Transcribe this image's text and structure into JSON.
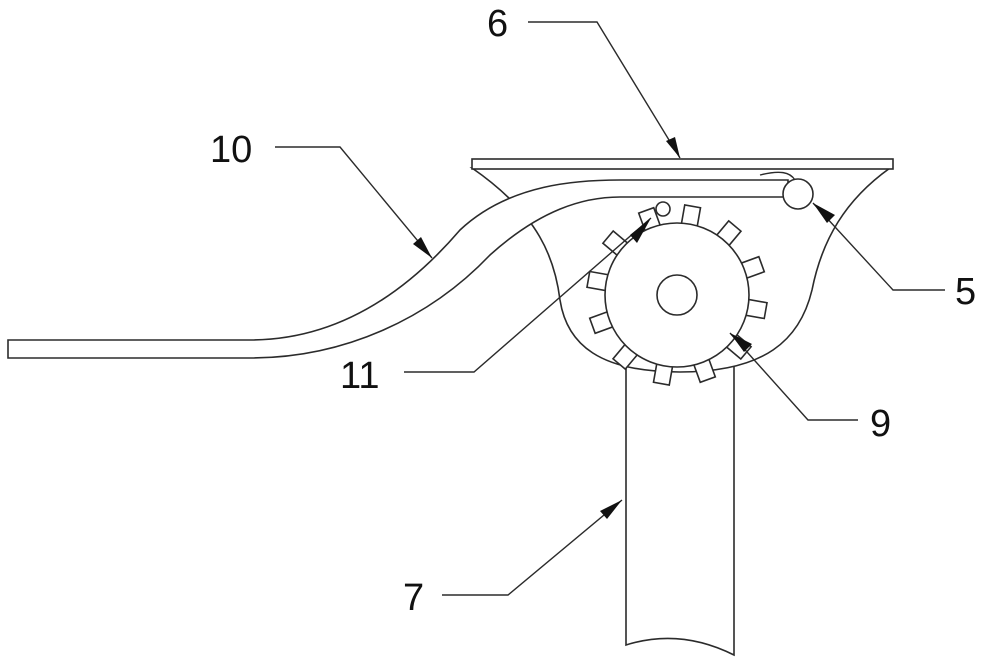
{
  "labels": {
    "top_plate": "6",
    "curved_arm": "10",
    "roller": "5",
    "small_pin": "11",
    "gear": "9",
    "support_post": "7"
  },
  "colors": {
    "line": "#2b2b2b",
    "background": "#ffffff",
    "text": "#111111"
  },
  "gear": {
    "teeth": 12
  }
}
